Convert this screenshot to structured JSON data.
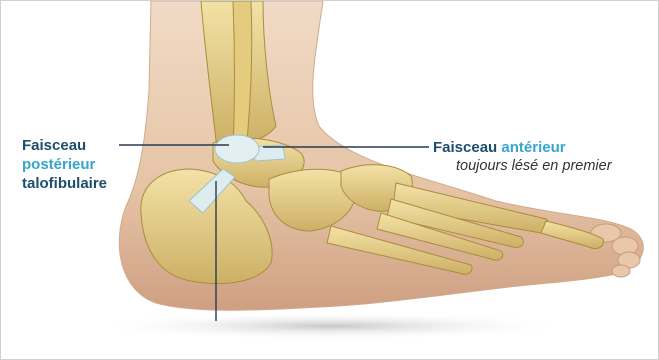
{
  "figure": {
    "subject": "ankle-lateral-view",
    "colors": {
      "skin": "#e8c9ad",
      "skin_shadow": "#c99a7c",
      "bone": "#e9d48f",
      "bone_shadow": "#b89a4a",
      "ligament": "#d7e9ec",
      "leader_line": "#283a4f",
      "label_dark": "#1d4e6e",
      "label_light": "#36a6cf"
    }
  },
  "labels": {
    "posterior": {
      "line1": "Faisceau",
      "line2": "postérieur",
      "line3": "talofibulaire"
    },
    "anterior": {
      "word1": "Faisceau",
      "word2": "antérieur",
      "note": "toujours lésé en premier"
    }
  }
}
